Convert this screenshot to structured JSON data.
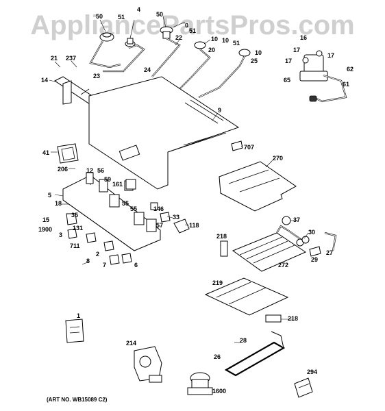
{
  "watermark": "AppliancePartsPros.com",
  "art_number": "(ART NO. WB15089 C2)",
  "callouts": [
    "50",
    "4",
    "51",
    "50",
    "0",
    "51",
    "22",
    "10",
    "21",
    "237",
    "24",
    "23",
    "20",
    "10",
    "51",
    "10",
    "25",
    "16",
    "17",
    "17",
    "17",
    "62",
    "65",
    "61",
    "14",
    "9",
    "707",
    "41",
    "270",
    "206",
    "12",
    "56",
    "59",
    "161",
    "5",
    "18",
    "55",
    "55",
    "146",
    "33",
    "15",
    "35",
    "1900",
    "131",
    "3",
    "118",
    "37",
    "57",
    "30",
    "218",
    "711",
    "2",
    "8",
    "7",
    "6",
    "29",
    "27",
    "272",
    "219",
    "218",
    "1",
    "214",
    "28",
    "26",
    "294",
    "1600"
  ]
}
